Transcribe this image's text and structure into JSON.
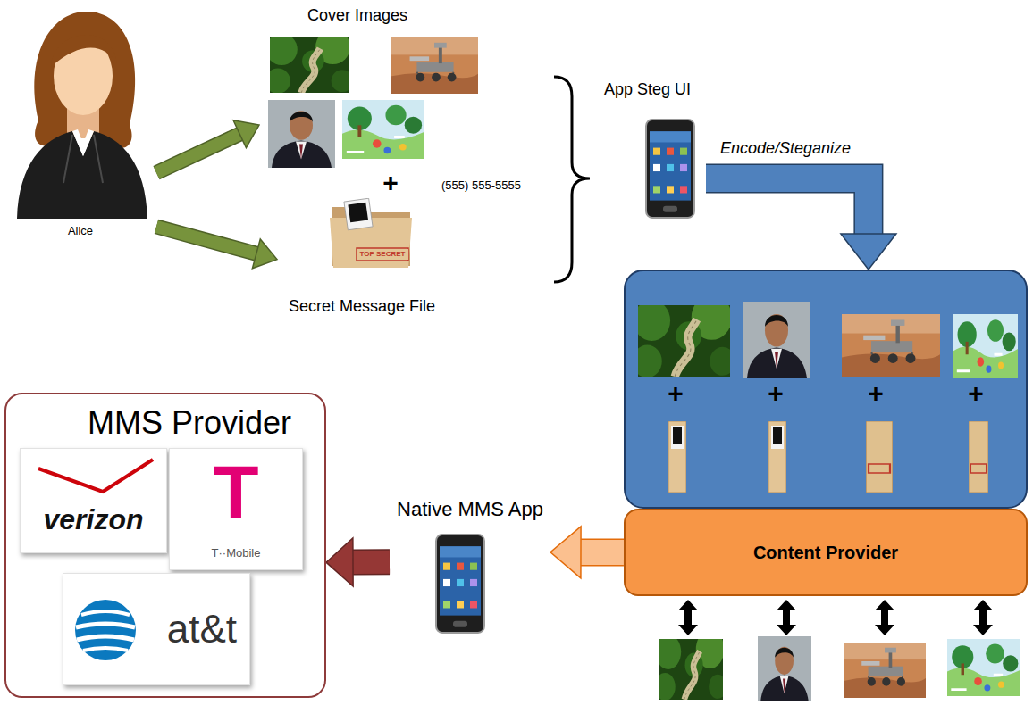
{
  "diagram": {
    "nodes": [
      {
        "text": [
          "Alice"
        ]
      },
      {
        "text": [
          "Cover Images"
        ]
      },
      {
        "text": [
          "Secret Message File"
        ]
      },
      {
        "text": [
          "App Steg UI"
        ]
      },
      {
        "text": [
          "+",
          "+",
          "+",
          "+"
        ]
      },
      {
        "text": [
          "Content Provider"
        ]
      },
      {
        "text": [
          "MMS Provider"
        ]
      },
      {
        "text": [
          "verizon"
        ],
        "in": 6
      },
      {
        "text": [
          "T",
          "T··Mobile"
        ],
        "in": 6
      },
      {
        "text": [
          "at&t"
        ],
        "in": 6
      },
      {
        "text": [
          "Native MMS App"
        ]
      }
    ],
    "edges": [
      {
        "from": 0,
        "to": 1,
        "arrow": "to"
      },
      {
        "from": 0,
        "to": 2,
        "arrow": "to"
      },
      {
        "from": 3,
        "to": 4,
        "label": "Encode/Steganize",
        "arrow": "to"
      },
      {
        "from": 5,
        "to": 10,
        "arrow": "to"
      },
      {
        "from": 10,
        "to": 6,
        "arrow": "to"
      }
    ],
    "labels": [
      "+",
      "(555) 555-5555",
      "TOP SECRET"
    ]
  }
}
